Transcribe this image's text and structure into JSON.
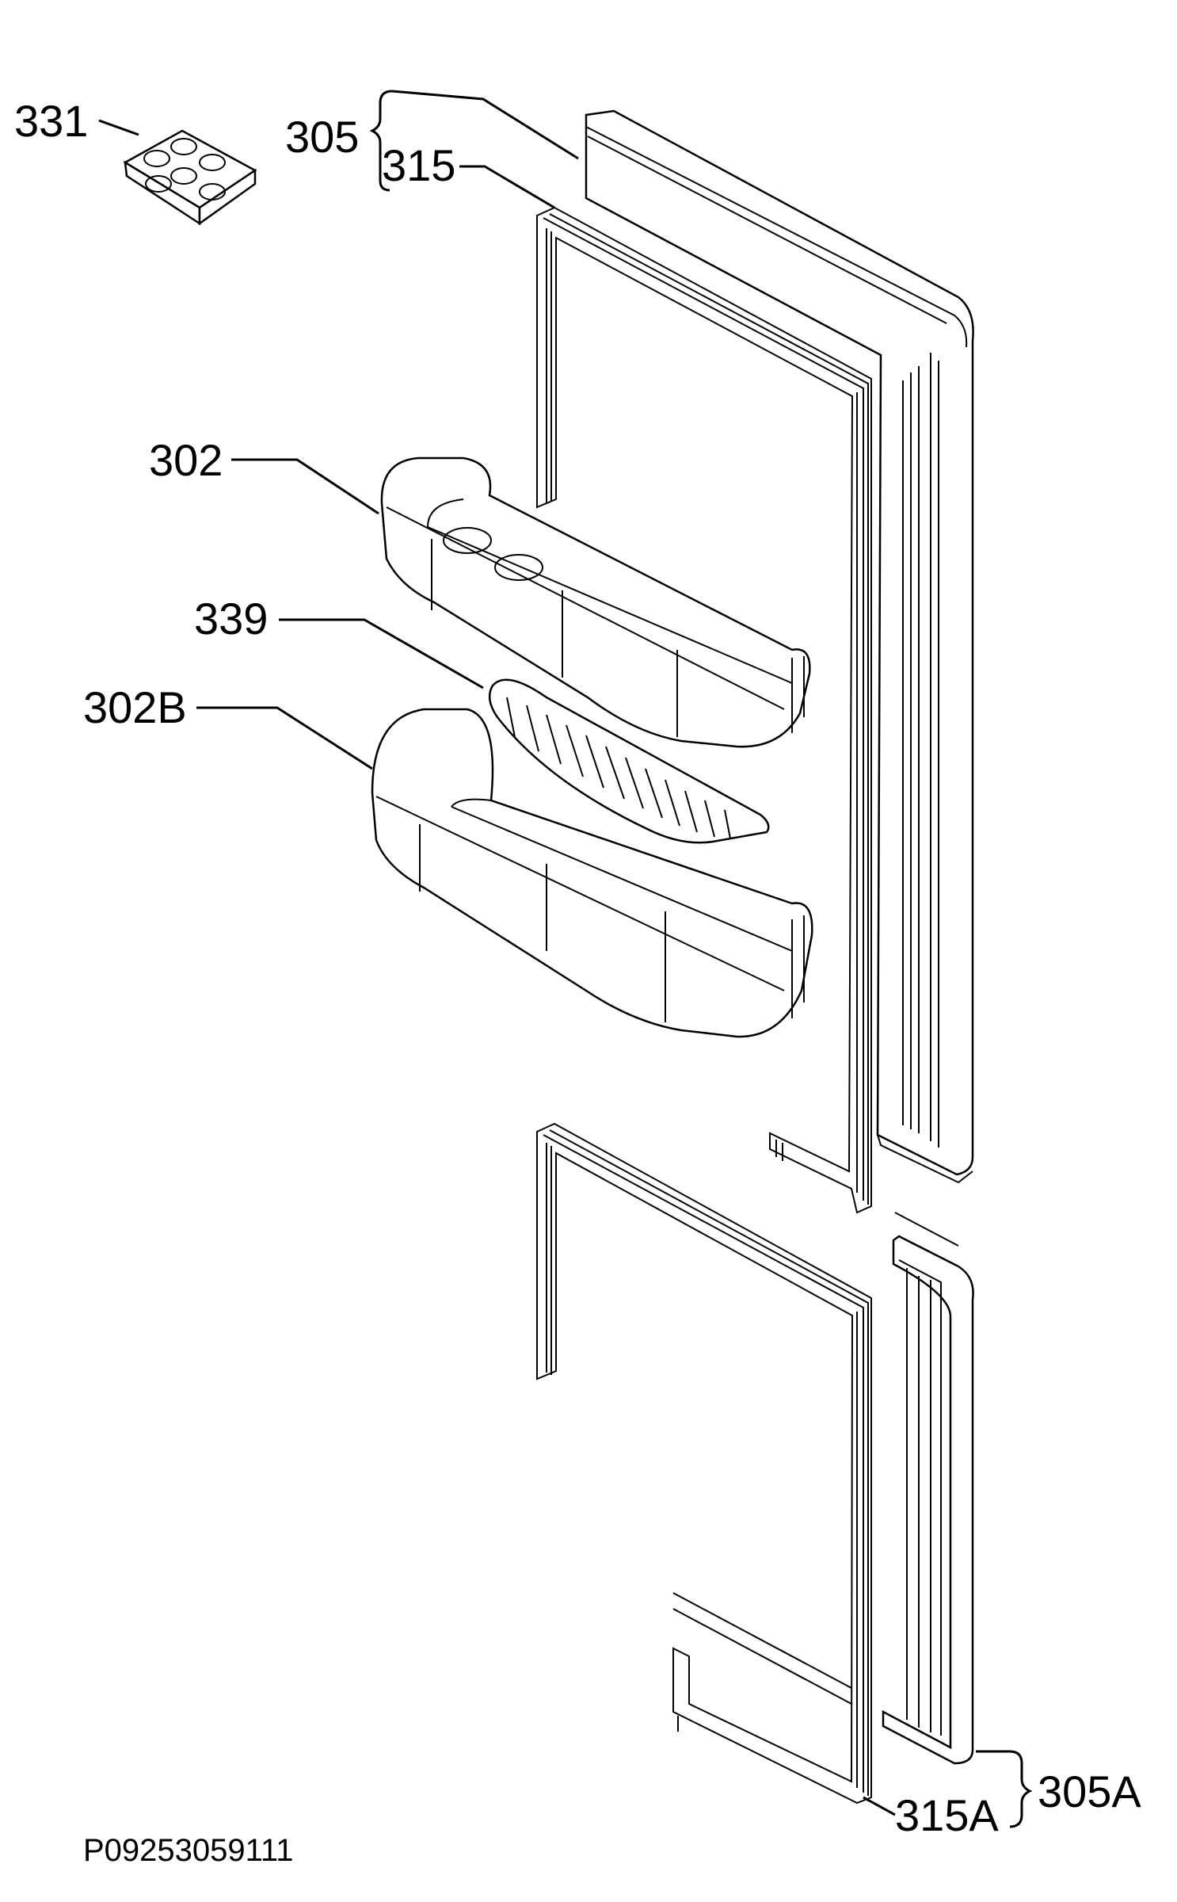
{
  "diagram": {
    "labels": {
      "egg_tray": "331",
      "door_upper": "305",
      "gasket_upper": "315",
      "shelf_upper": "302",
      "divider": "339",
      "shelf_lower": "302B",
      "door_lower": "305A",
      "gasket_lower": "315A"
    },
    "drawing_code": "P09253059111"
  }
}
